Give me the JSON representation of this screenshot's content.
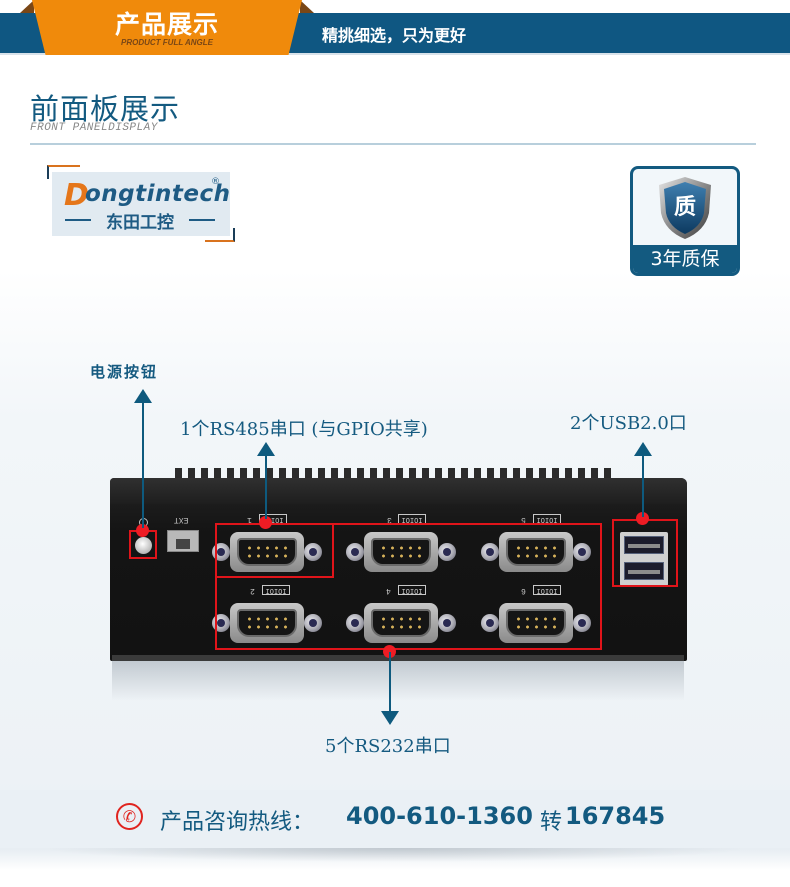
{
  "header": {
    "title": "产品展示",
    "subtitle": "PRODUCT FULL ANGLE",
    "slogan": "精挑细选，只为更好",
    "colors": {
      "band": "#0f5782",
      "tab": "#f08a0b",
      "fold": "#7a4716"
    }
  },
  "section": {
    "title": "前面板展示",
    "subtitle": "FRONT PANELDISPLAY"
  },
  "logo": {
    "initial": "D",
    "name": "ongtintech",
    "registered": "®",
    "chinese": "东田工控"
  },
  "warranty_badge": {
    "shield_char": "质",
    "label": "3年质保"
  },
  "device": {
    "ext_label": "EXT",
    "ports": [
      {
        "number": "1",
        "icon": "IOIOI"
      },
      {
        "number": "2",
        "icon": "IOIOI"
      },
      {
        "number": "3",
        "icon": "IOIOI"
      },
      {
        "number": "4",
        "icon": "IOIOI"
      },
      {
        "number": "5",
        "icon": "IOIOI"
      },
      {
        "number": "6",
        "icon": "IOIOI"
      }
    ]
  },
  "callouts": {
    "power_button": "电源按钮",
    "rs485": "1个RS485串口 (与GPIO共享)",
    "usb": "2个USB2.0口",
    "rs232": "5个RS232串口"
  },
  "hotline": {
    "label": "产品咨询热线：",
    "number": "400-610-1360",
    "ext_label": "转",
    "ext": "167845",
    "icon": "phone-icon"
  }
}
